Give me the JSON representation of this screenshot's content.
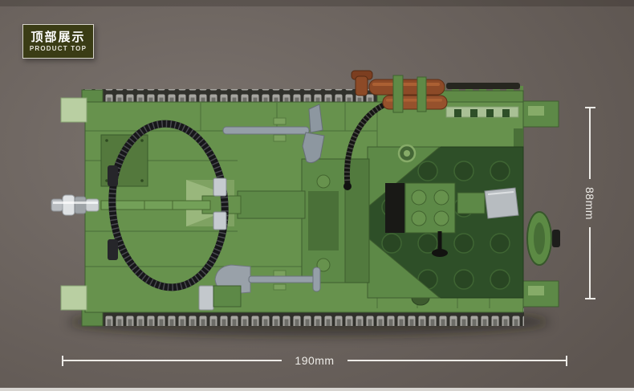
{
  "badge": {
    "title": "顶部展示",
    "subtitle": "PRODUCT TOP"
  },
  "dimensions": {
    "width_label": "190mm",
    "height_label": "88mm"
  },
  "illustration": {
    "subject": "top view of a green building-block toy tank",
    "parts": [
      "tank-track",
      "hull",
      "gun-barrel",
      "chrome-muzzle",
      "coiled-antenna-hose",
      "axe-tool",
      "shovel-tool",
      "fuel-drums",
      "engine-deck",
      "road-wheel",
      "hatch"
    ]
  },
  "colors": {
    "bg_center": "#7b736e",
    "bg_edge": "#5d5550",
    "badge_bg": "#3a3c15",
    "badge_border": "#d6d4ca",
    "dim_color": "#edebe7",
    "footer_strip": "#d8d5d1",
    "tank_green": "#67924d",
    "tank_green_dark": "#2e4f28",
    "track_gray": "#a6a5a0",
    "tool_gray": "#959fa8",
    "hose_black": "#17171a",
    "fuel_drum_brown": "#8d4a27",
    "muzzle_chrome": "#ced2d5"
  }
}
